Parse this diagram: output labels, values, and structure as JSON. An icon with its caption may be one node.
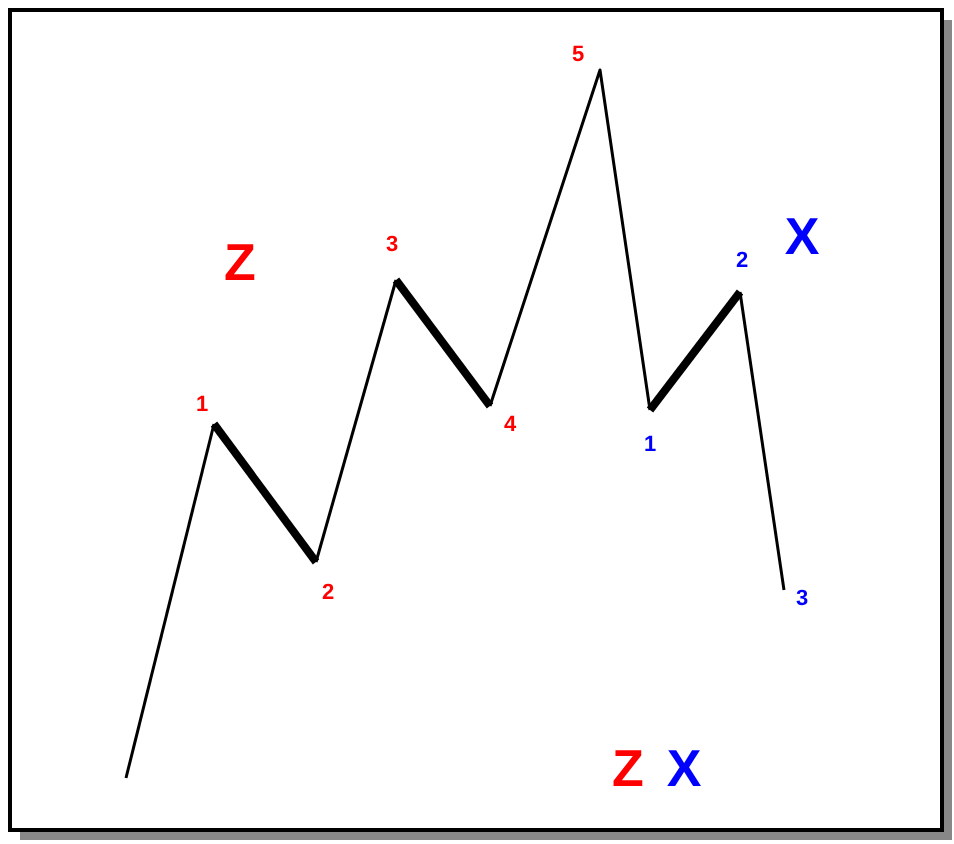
{
  "diagram": {
    "labels": [
      "5",
      "Z",
      "3",
      "2",
      "X",
      "1",
      "4",
      "1",
      "2",
      "3",
      "Z",
      "X"
    ]
  }
}
